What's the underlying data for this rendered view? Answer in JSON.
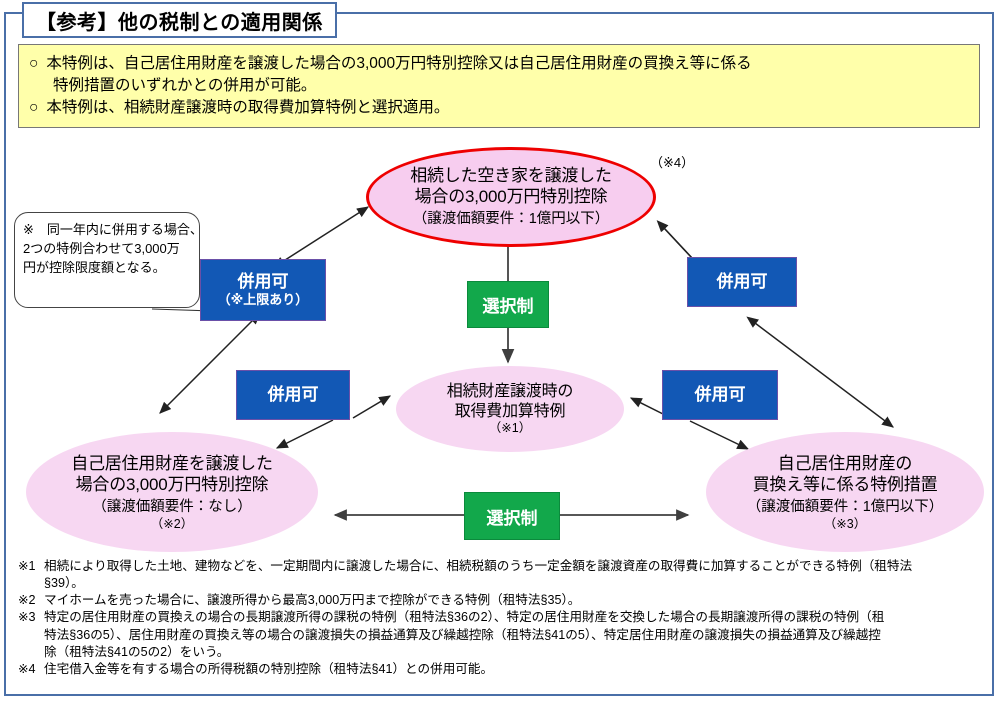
{
  "title": "【参考】他の税制との適用関係",
  "summary": {
    "bullet": "○",
    "line1": "本特例は、自己居住用財産を譲渡した場合の3,000万円特別控除又は自己居住用財産の買換え等に係る",
    "line1_cont": "特例措置のいずれかとの併用が可能。",
    "line2": "本特例は、相続財産譲渡時の取得費加算特例と選択適用。"
  },
  "nodes": {
    "akiya": {
      "line1": "相続した空き家を譲渡した",
      "line2": "場合の3,000万円特別控除",
      "condition": "（譲渡価額要件：1億円以下）",
      "ref": "（※4）"
    },
    "kasan": {
      "line1": "相続財産譲渡時の",
      "line2": "取得費加算特例",
      "ref": "（※1）"
    },
    "jiko_joto": {
      "line1": "自己居住用財産を譲渡した",
      "line2": "場合の3,000万円特別控除",
      "condition": "（譲渡価額要件：なし）",
      "ref": "（※2）"
    },
    "jiko_kaikae": {
      "line1": "自己居住用財産の",
      "line2": "買換え等に係る特例措置",
      "condition": "（譲渡価額要件：1億円以下）",
      "ref": "（※3）"
    }
  },
  "badges": {
    "heiyou_top_left_main": "併用可",
    "heiyou_top_left_sub": "（※上限あり）",
    "heiyou_top_right": "併用可",
    "heiyou_bottom_left": "併用可",
    "heiyou_bottom_right": "併用可",
    "sentaku_vertical": "選択制",
    "sentaku_horizontal": "選択制"
  },
  "callout": {
    "line1": "※　同一年内に併用する場合、",
    "line2": "2つの特例合わせて3,000万",
    "line3": "円が控除限度額となる。"
  },
  "footnotes": [
    {
      "mark": "※1",
      "text": "相続により取得した土地、建物などを、一定期間内に譲渡した場合に、相続税額のうち一定金額を譲渡資産の取得費に加算することができる特例（租特法",
      "cont": [
        "§39）。"
      ]
    },
    {
      "mark": "※2",
      "text": "マイホームを売った場合に、譲渡所得から最高3,000万円まで控除ができる特例（租特法§35）。",
      "cont": []
    },
    {
      "mark": "※3",
      "text": "特定の居住用財産の買換えの場合の長期譲渡所得の課税の特例（租特法§36の2）、特定の居住用財産を交換した場合の長期譲渡所得の課税の特例（租",
      "cont": [
        "特法§36の5）、居住用財産の買換え等の場合の譲渡損失の損益通算及び繰越控除（租特法§41の5）、特定居住用財産の譲渡損失の損益通算及び繰越控",
        "除（租特法§41の5の2）をいう。"
      ]
    },
    {
      "mark": "※4",
      "text": "住宅借入金等を有する場合の所得税額の特別控除（租特法§41）との併用可能。",
      "cont": []
    }
  ],
  "colors": {
    "frame_border": "#4a6fa8",
    "summary_bg": "#ffffaa",
    "ellipse_fill": "#f7d7f2",
    "highlight_border": "#ee0000",
    "blue_box": "#1258b5",
    "green_box": "#12a84b",
    "arrow": "#222222"
  }
}
